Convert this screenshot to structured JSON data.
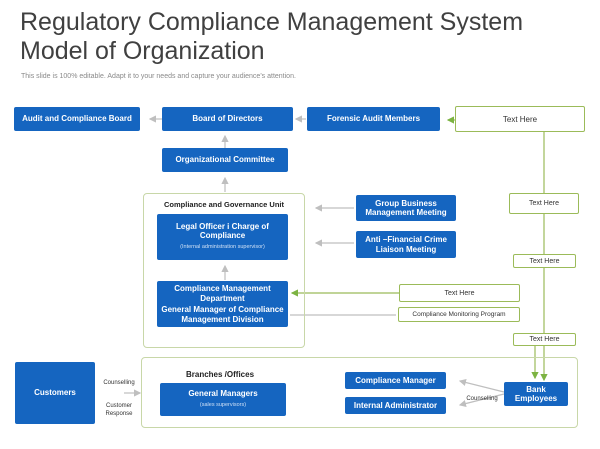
{
  "title_line1": "Regulatory Compliance Management System",
  "title_line2": "Model of Organization",
  "subtitle": "This slide is 100% editable. Adapt it to your needs and capture your audience's attention.",
  "nodes": {
    "audit_board": "Audit and Compliance Board",
    "board_directors": "Board of Directors",
    "forensic_audit": "Forensic Audit Members",
    "text_here_top": "Text Here",
    "org_committee": "Organizational Committee",
    "governance_unit": "Compliance and Governance Unit",
    "legal_officer": "Legal Officer i Charge of Compliance",
    "legal_officer_sub": "(Internal administration supervisor)",
    "group_business": "Group Business Management Meeting",
    "anti_financial": "Anti –Financial Crime Liaison Meeting",
    "compliance_dept": "Compliance Management Department",
    "general_manager_div": "General Manager of Compliance Management  Division",
    "text_here_1": "Text Here",
    "text_here_2": "Text Here",
    "text_here_3": "Text Here",
    "text_here_4": "Text Here",
    "monitoring_program": "Compliance Monitoring Program",
    "customers": "Customers",
    "counselling_1": "Counselling",
    "customer_response": "Customer Response",
    "branches": "Branches /Offices",
    "general_managers": "General Managers",
    "general_managers_sub": "(sales supervisors)",
    "compliance_manager": "Compliance Manager",
    "internal_admin": "Internal Administrator",
    "counselling_2": "Counselling",
    "bank_employees": "Bank Employees"
  },
  "colors": {
    "primary_box": "#1565c0",
    "connector_green": "#9bbb59",
    "frame_border": "#c8d7a8",
    "arrow_gray": "#bfbfbf"
  }
}
